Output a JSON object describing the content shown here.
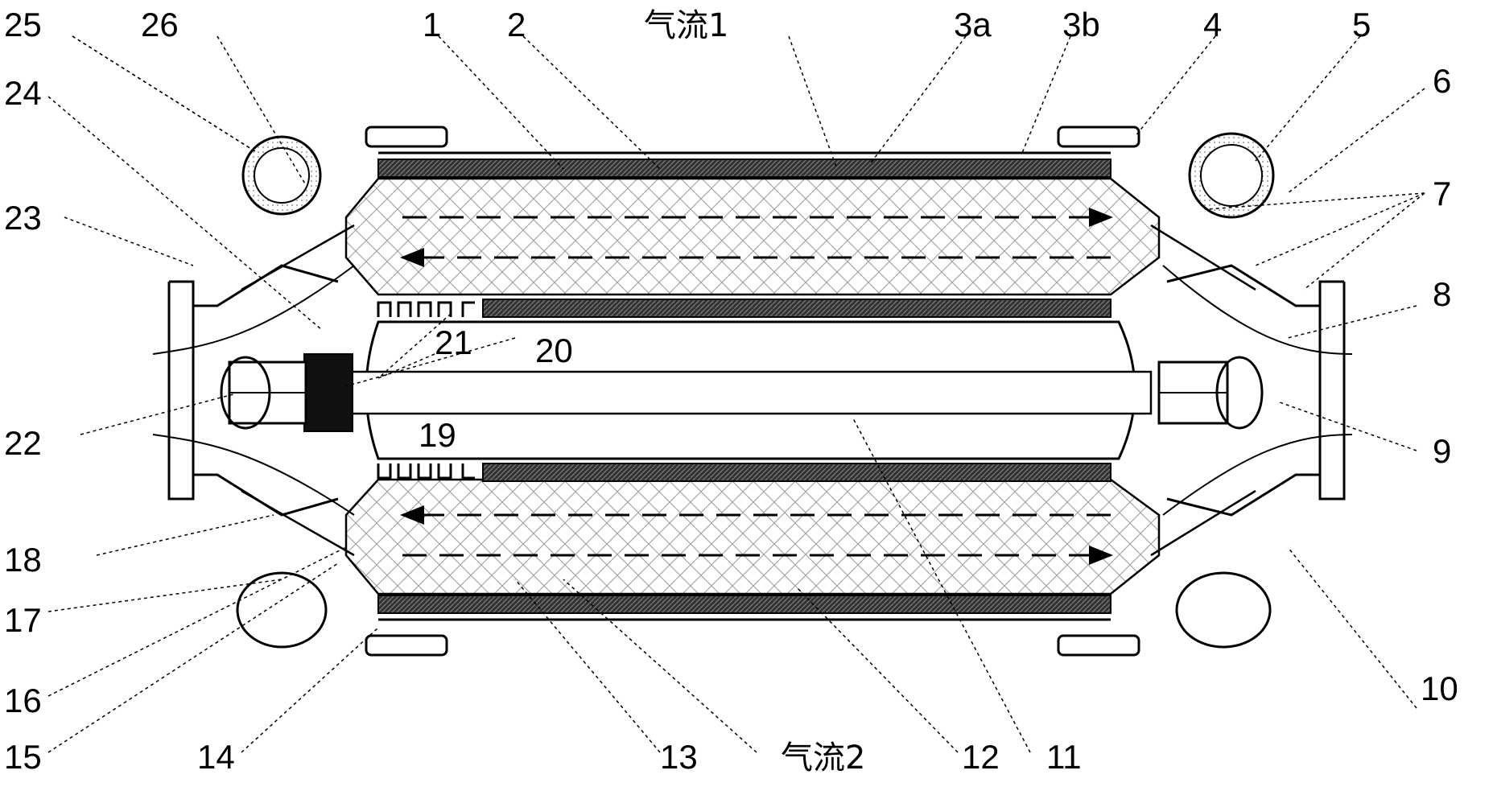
{
  "labels": {
    "n1": "1",
    "n2": "2",
    "n3a": "3a",
    "n3b": "3b",
    "n4": "4",
    "n5": "5",
    "n6": "6",
    "n7": "7",
    "n8": "8",
    "n9": "9",
    "n10": "10",
    "n11": "11",
    "n12": "12",
    "n13": "13",
    "n14": "14",
    "n15": "15",
    "n16": "16",
    "n17": "17",
    "n18": "18",
    "n19": "19",
    "n20": "20",
    "n21": "21",
    "n22": "22",
    "n23": "23",
    "n24": "24",
    "n25": "25",
    "n26": "26",
    "airflow1": "气流1",
    "airflow2": "气流2"
  }
}
